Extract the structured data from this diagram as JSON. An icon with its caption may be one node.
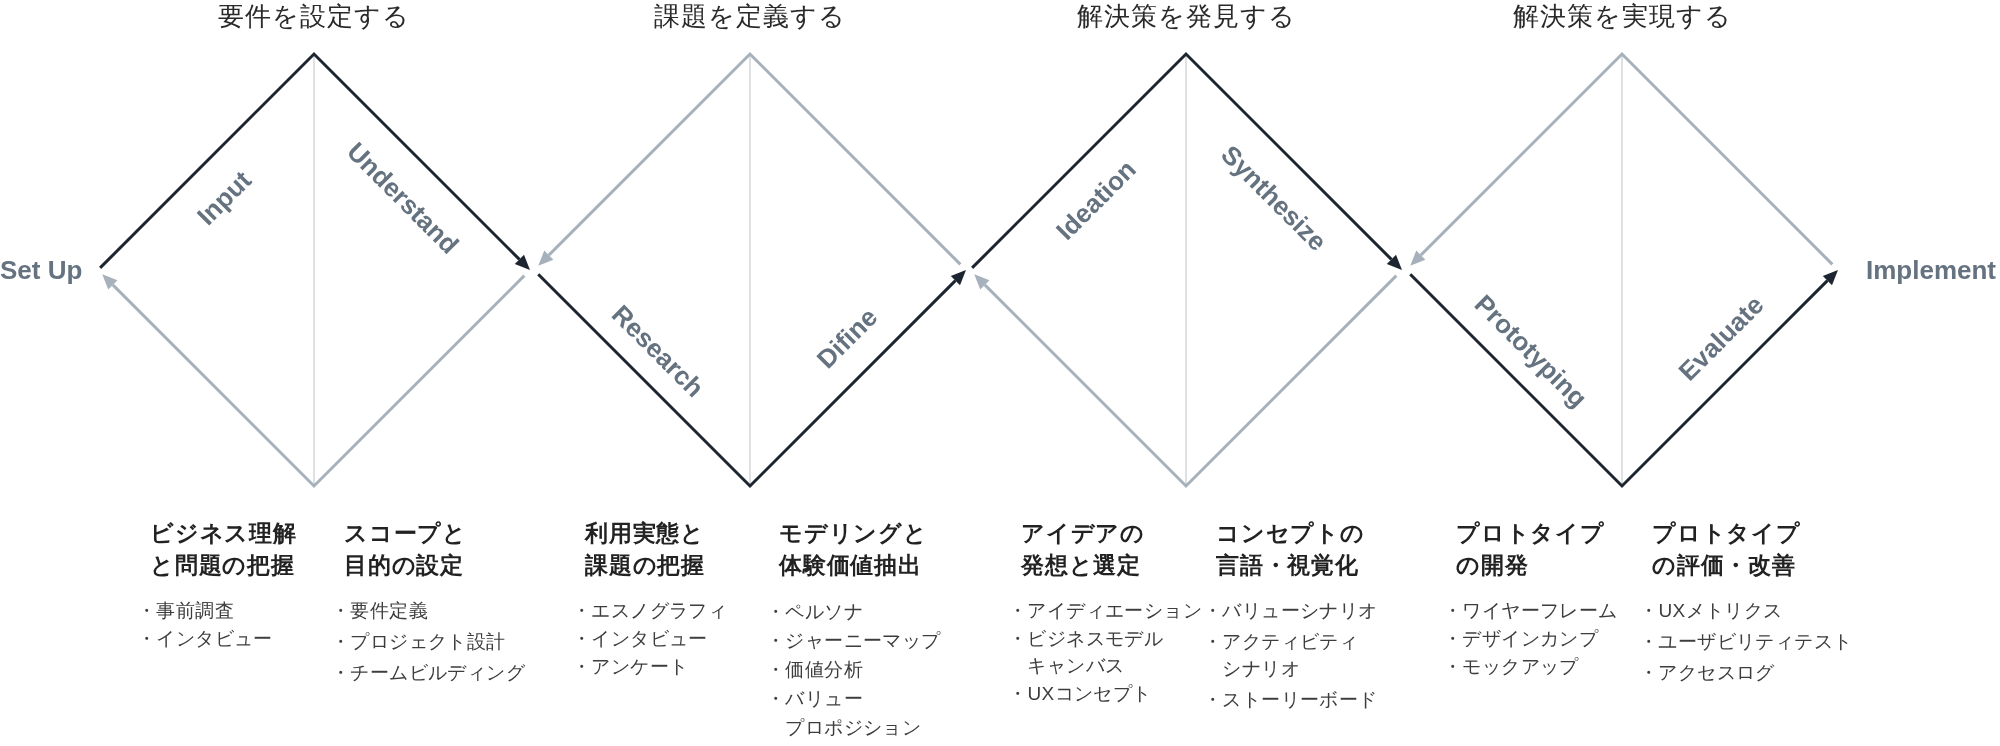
{
  "diagram": {
    "nodes": [
      {
        "text": [
          "要件を設定する",
          "Input",
          "Understand"
        ]
      },
      {
        "text": [
          "課題を定義する",
          "Research",
          "Difine"
        ]
      },
      {
        "text": [
          "解決策を発見する",
          "Ideation",
          "Synthesize"
        ]
      },
      {
        "text": [
          "解決策を実現する",
          "Prototyping",
          "Evaluate"
        ]
      }
    ],
    "labels": [
      "Set Up",
      "Implement",
      "ビジネス理解と問題の把握",
      "・事前調査",
      "・インタビュー",
      "スコープと目的の設定",
      "・要件定義",
      "・プロジェクト設計",
      "・チームビルディング",
      "利用実態と課題の把握",
      "・エスノグラフィ",
      "・インタビュー",
      "・アンケート",
      "モデリングと体験価値抽出",
      "・ペルソナ",
      "・ジャーニーマップ",
      "・価値分析",
      "・バリュープロポジション",
      "アイデアの発想と選定",
      "・アイディエーション",
      "・ビジネスモデルキャンバス",
      "・UXコンセプト",
      "コンセプトの言語・視覚化",
      "・バリューシナリオ",
      "・アクティビティシナリオ",
      "・ストーリーボード",
      "プロトタイプの開発",
      "・ワイヤーフレーム",
      "・デザインカンプ",
      "・モックアップ",
      "プロトタイプの評価・改善",
      "・UXメトリクス",
      "・ユーザビリティテスト",
      "・アクセスログ"
    ]
  }
}
